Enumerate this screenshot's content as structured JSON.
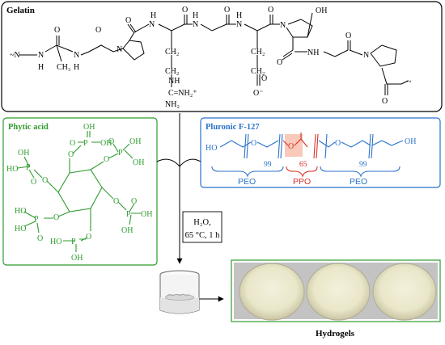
{
  "gelatin": {
    "title": "Gelatin",
    "chain_start": "~N",
    "h": "H",
    "n": "N",
    "o": "O",
    "ch": "CH",
    "ch3": "CH₃",
    "ch2": "CH₂",
    "oh": "OH",
    "nh": "NH",
    "c_eq_nh2": "C=NH₂⁺",
    "nh2": "NH₂",
    "o_minus": "O⁻",
    "c": "C"
  },
  "phytic": {
    "title": "Phytic acid",
    "o": "O",
    "p": "P",
    "oh": "OH",
    "ho": "HO"
  },
  "pluronic": {
    "title": "Pluronic F-127",
    "ho": "HO",
    "oh": "OH",
    "o": "O",
    "n1": "99",
    "n2": "65",
    "n3": "99",
    "peo_left": "PEO",
    "ppo": "PPO",
    "peo_right": "PEO"
  },
  "conditions": {
    "line1": "H₂O,",
    "line2": "65 °C, 1 h"
  },
  "result": {
    "label": "Hydrogels"
  },
  "colors": {
    "gelatin_border": "#000000",
    "phytic": "#2e9b2e",
    "pluronic_blue": "#2a72c9",
    "pluronic_red": "#d8302a",
    "ppo_fill": "#f9c9b9"
  }
}
